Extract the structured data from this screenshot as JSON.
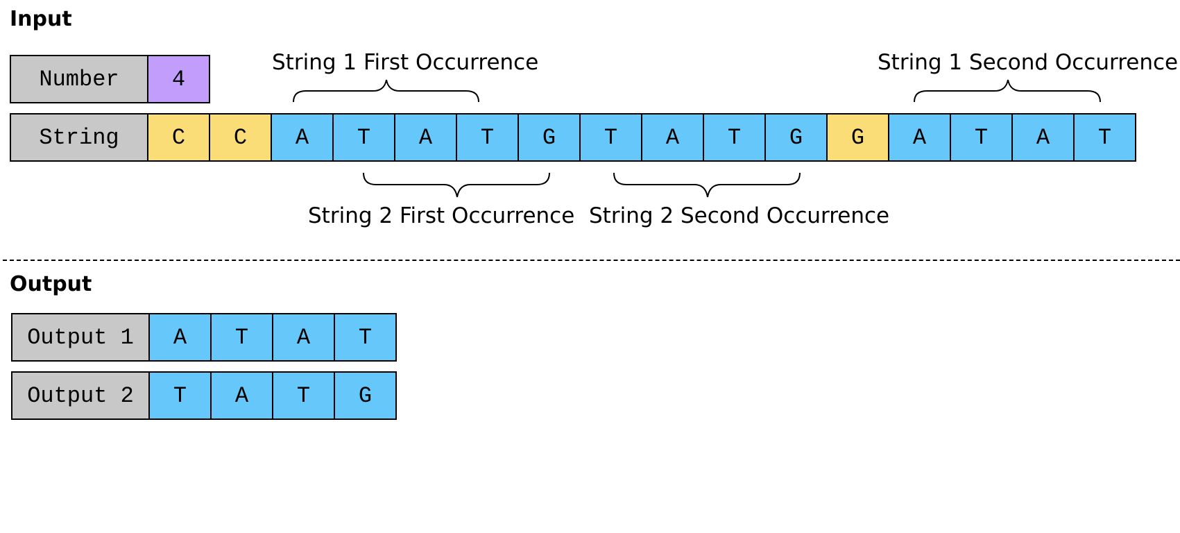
{
  "input": {
    "title": "Input",
    "number_row": {
      "label": "Number",
      "value": "4",
      "color": "#c39dfb"
    },
    "string_row": {
      "label": "String",
      "cells": [
        {
          "char": "C",
          "color": "#fadd76"
        },
        {
          "char": "C",
          "color": "#fadd76"
        },
        {
          "char": "A",
          "color": "#66c8fa"
        },
        {
          "char": "T",
          "color": "#66c8fa"
        },
        {
          "char": "A",
          "color": "#66c8fa"
        },
        {
          "char": "T",
          "color": "#66c8fa"
        },
        {
          "char": "G",
          "color": "#66c8fa"
        },
        {
          "char": "T",
          "color": "#66c8fa"
        },
        {
          "char": "A",
          "color": "#66c8fa"
        },
        {
          "char": "T",
          "color": "#66c8fa"
        },
        {
          "char": "G",
          "color": "#66c8fa"
        },
        {
          "char": "G",
          "color": "#fadd76"
        },
        {
          "char": "A",
          "color": "#66c8fa"
        },
        {
          "char": "T",
          "color": "#66c8fa"
        },
        {
          "char": "A",
          "color": "#66c8fa"
        },
        {
          "char": "T",
          "color": "#66c8fa"
        }
      ]
    },
    "annotations": {
      "s1_first": "String 1 First Occurrence",
      "s1_second": "String 1 Second Occurrence",
      "s2_first": "String 2 First Occurrence",
      "s2_second": "String 2 Second Occurrence"
    }
  },
  "output": {
    "title": "Output",
    "rows": [
      {
        "label": "Output 1",
        "cells": [
          "A",
          "T",
          "A",
          "T"
        ]
      },
      {
        "label": "Output 2",
        "cells": [
          "T",
          "A",
          "T",
          "G"
        ]
      }
    ],
    "cell_color": "#66c8fa"
  },
  "colors": {
    "label_gray": "#c8c8c8",
    "highlight_yellow": "#fadd76",
    "highlight_blue": "#66c8fa",
    "number_purple": "#c39dfb"
  }
}
